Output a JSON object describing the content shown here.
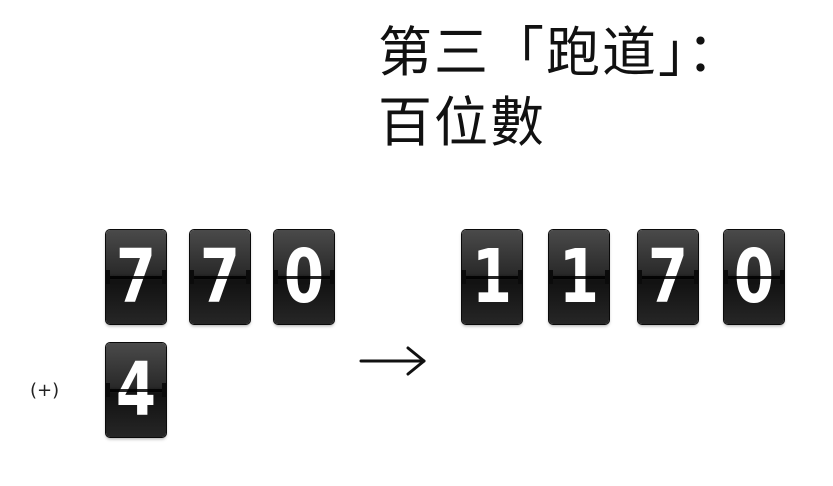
{
  "title": {
    "line1": "第三「跑道」：",
    "line2": "百位數"
  },
  "addend1_digits": [
    "7",
    "7",
    "0"
  ],
  "addend2_digits": [
    "4"
  ],
  "operator_label": "(+)",
  "result_digits": [
    "1",
    "1",
    "7",
    "0"
  ],
  "colors": {
    "card": "#2a2a2a",
    "digit": "#ffffff",
    "text": "#111111"
  },
  "icons": {
    "arrow": "right-arrow-icon"
  }
}
